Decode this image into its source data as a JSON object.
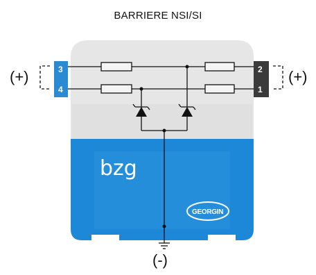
{
  "title": "BARRIERE NSI/SI",
  "labels": {
    "left_polarity": "(+)",
    "right_polarity": "(+)",
    "bottom_polarity": "(-)"
  },
  "terminals": {
    "left_top": "3",
    "left_bottom": "4",
    "right_top": "2",
    "right_bottom": "1"
  },
  "logo_text": "bzg",
  "brand_text": "GEORGIN",
  "colors": {
    "housing_top": "#e6e6e6",
    "housing_bottom": "#1e88d8",
    "terminal_left": "#2a8bd3",
    "terminal_right": "#3a3a3a",
    "wire": "#111111"
  }
}
